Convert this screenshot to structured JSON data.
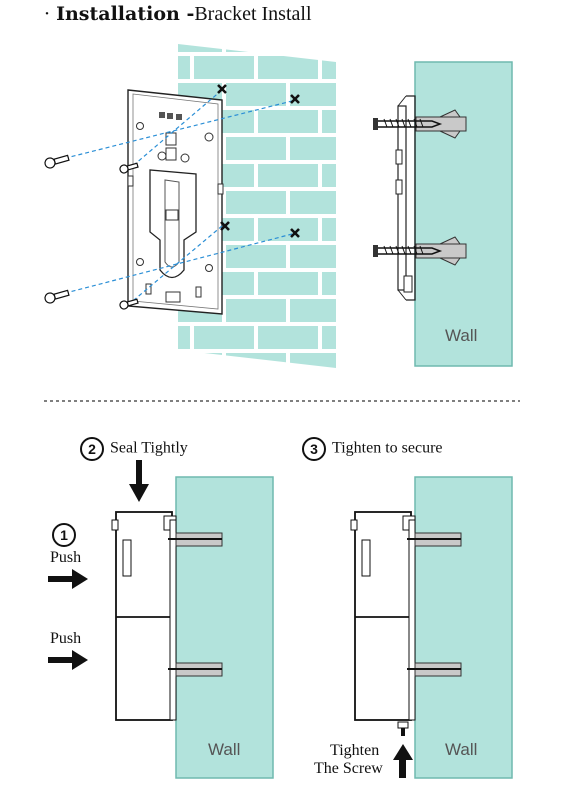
{
  "header": {
    "title_bold": "Installation",
    "title_sep": "-",
    "title_rest": "Bracket Install"
  },
  "top": {
    "wall_label": "Wall"
  },
  "steps": [
    {
      "number": "1",
      "label": "Push"
    },
    {
      "number": "2",
      "label": "Seal Tightly"
    },
    {
      "number": "3",
      "label": "Tighten to secure"
    }
  ],
  "bottom_left": {
    "push_label_2": "Push",
    "wall_label": "Wall"
  },
  "bottom_right": {
    "tighten_label": "Tighten",
    "screw_label": "The Screw",
    "wall_label": "Wall"
  },
  "colors": {
    "wall": "#b2e3dc",
    "wall_line": "#6fb9af",
    "leader": "#2b8fd6"
  }
}
